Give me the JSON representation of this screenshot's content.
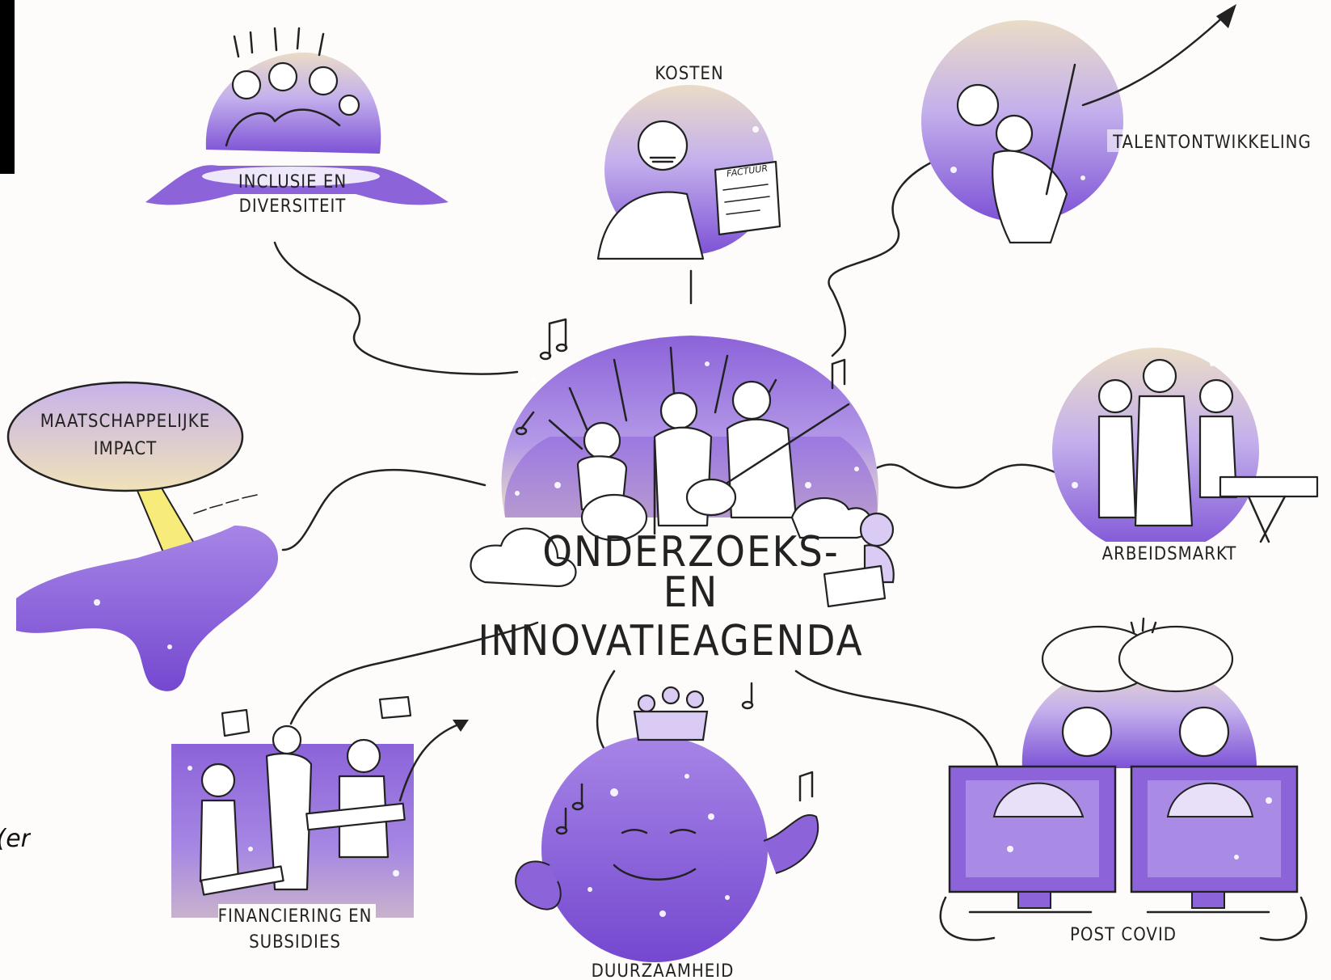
{
  "center": {
    "line1": "ONDERZOEKS-",
    "line2": "EN",
    "line3": "INNOVATIEAGENDA"
  },
  "nodes": {
    "inclusie": {
      "line1": "INCLUSIE EN",
      "line2": "DIVERSITEIT"
    },
    "kosten": {
      "label": "KOSTEN",
      "paper_text": "FACTUUR"
    },
    "talent": {
      "label": "TALENTONTWIKKELING"
    },
    "maatschappelijk": {
      "line1": "MAATSCHAPPELIJKE",
      "line2": "IMPACT"
    },
    "arbeidsmarkt": {
      "label": "ARBEIDSMARKT"
    },
    "financiering": {
      "line1": "FINANCIERING EN",
      "line2": "SUBSIDIES"
    },
    "duurzaamheid": {
      "label": "DUURZAAMHEID"
    },
    "postcovid": {
      "label": "POST COVID"
    }
  },
  "corner_text": "er)",
  "colors": {
    "lavender": "#8c63d9",
    "lavender_light": "#c4b0ec",
    "sand": "#eadcc6",
    "yellow_beam": "#f7ec7a",
    "ink": "#222222"
  }
}
